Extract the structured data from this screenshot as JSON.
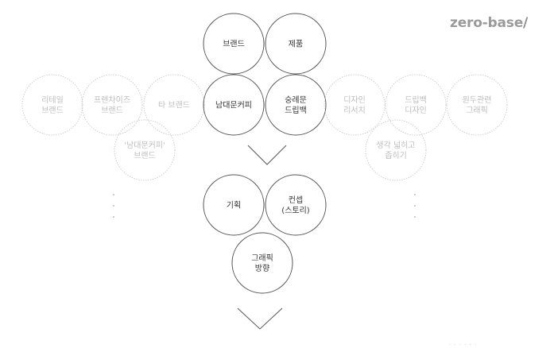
{
  "brand": {
    "name": "zero-base",
    "slash": "/"
  },
  "colors": {
    "strong": "#555555",
    "faint": "#cfcfcf",
    "text_strong": "#333333",
    "text_faint": "#bdbdbd"
  },
  "top_row": [
    {
      "id": "brand-circle",
      "label": "브랜드",
      "style": "strong"
    },
    {
      "id": "product-circle",
      "label": "제품",
      "style": "strong"
    }
  ],
  "middle_row": [
    {
      "id": "retail-brand",
      "label": "리테일\n브랜드",
      "style": "faint"
    },
    {
      "id": "franchise-brand",
      "label": "프렌차이즈\n브랜드",
      "style": "faint"
    },
    {
      "id": "other-brand",
      "label": "타 브랜드",
      "style": "faint"
    },
    {
      "id": "namdaemun-coffee",
      "label": "남대문커피",
      "style": "strong"
    },
    {
      "id": "soongnyemun-drip-bag",
      "label": "숭례문\n드립백",
      "style": "strong"
    },
    {
      "id": "design-research",
      "label": "디자인\n리서치",
      "style": "faint"
    },
    {
      "id": "drip-bag-design",
      "label": "드립백\n디자인",
      "style": "faint"
    },
    {
      "id": "beans-graphic",
      "label": "원두관련\n그래픽",
      "style": "faint"
    }
  ],
  "lower_faint": [
    {
      "id": "namdaemun-coffee-brand",
      "label": "'남대문커피'\n브랜드",
      "style": "faint"
    },
    {
      "id": "ideas-expand-narrow",
      "label": "생각 넓히고\n좁히기",
      "style": "faint"
    }
  ],
  "planning_row": [
    {
      "id": "planning",
      "label": "기획",
      "style": "strong"
    },
    {
      "id": "concept-story",
      "label": "컨셉\n(스토리)",
      "style": "strong"
    }
  ],
  "graphic_direction": {
    "id": "graphic-direction",
    "label": "그래픽\n방향",
    "style": "strong"
  },
  "footer_text": "· · · · · ·"
}
